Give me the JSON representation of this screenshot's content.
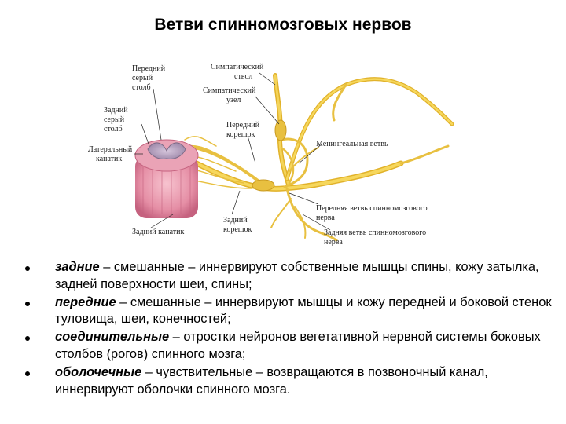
{
  "title": "Ветви спинномозговых нервов",
  "diagram": {
    "labels": {
      "ant_gray": [
        "Передний",
        "серый",
        "столб"
      ],
      "post_gray": [
        "Задний",
        "серый",
        "столб"
      ],
      "lat_canal": [
        "Латеральный",
        "канатик"
      ],
      "post_canal": "Задний канатик",
      "symp_trunk": [
        "Симпатический",
        "ствол"
      ],
      "symp_node": [
        "Симпатический",
        "узел"
      ],
      "ant_root": [
        "Передний",
        "корешок"
      ],
      "post_root": [
        "Задний",
        "корешок"
      ],
      "mening": "Менингеальная ветвь",
      "ant_branch": [
        "Передняя ветвь спинномозгового",
        "нерва"
      ],
      "post_branch": [
        "Задняя ветвь спинномозгового",
        "нерва"
      ]
    }
  },
  "list": [
    {
      "term": "задние",
      "text": " – смешанные – иннервируют собственные мышцы спины, кожу затылка, задней поверхности шеи, спины;"
    },
    {
      "term": "передние",
      "text": " – смешанные – иннервируют мышцы и кожу передней и боковой стенок туловища, шеи, конечностей;"
    },
    {
      "term": "соединительные",
      "text": " – отростки нейронов вегетативной нервной системы боковых столбов (рогов) спинного мозга;"
    },
    {
      "term": "оболочечные",
      "text": " – чувствительные – возвращаются в позвоночный канал, иннервируют оболочки спинного мозга."
    }
  ]
}
